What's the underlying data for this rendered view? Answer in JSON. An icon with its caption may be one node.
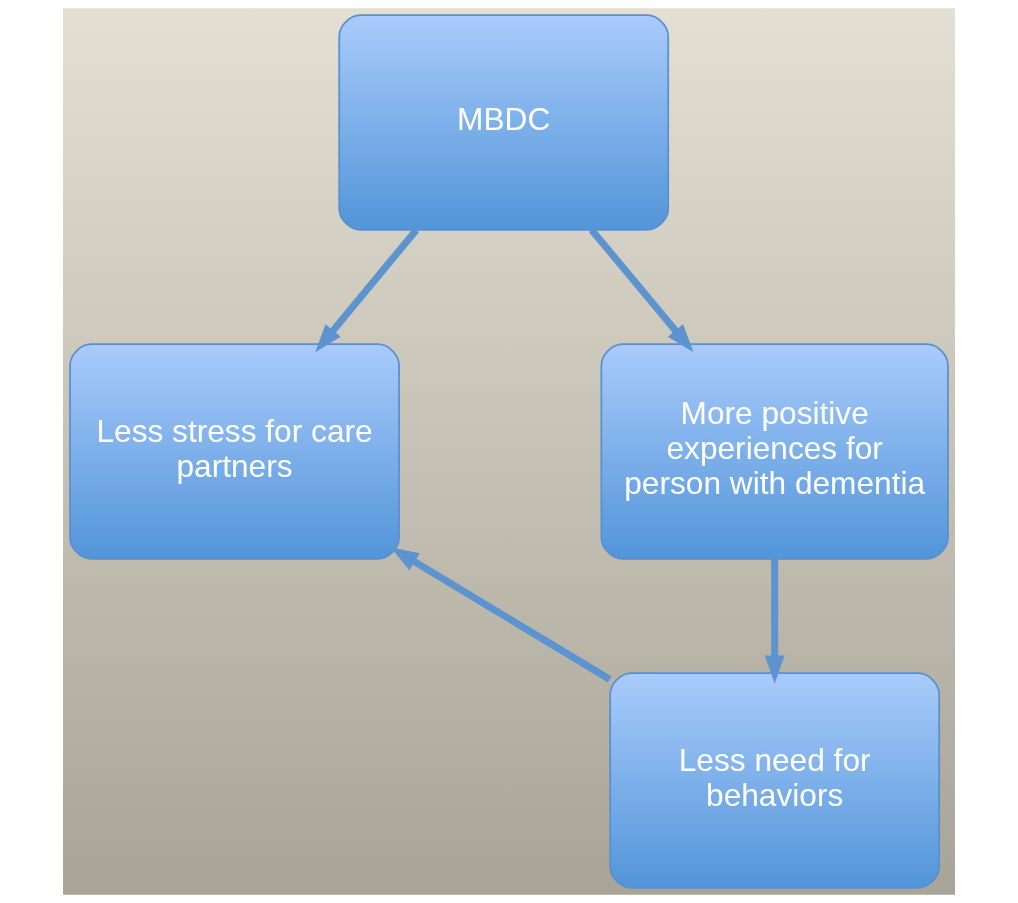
{
  "diagram": {
    "nodes": [
      {
        "text": [
          "MBDC"
        ]
      },
      {
        "text": [
          "More positive experiences for person with dementia"
        ]
      },
      {
        "text": [
          "Less need for behaviors"
        ]
      },
      {
        "text": [
          "Less stress for care partners"
        ]
      }
    ],
    "edges": [
      {
        "from": 0,
        "to": 1,
        "arrow": "to"
      },
      {
        "from": 1,
        "to": 2,
        "arrow": "to"
      },
      {
        "from": 2,
        "to": 3,
        "arrow": "to"
      },
      {
        "from": 0,
        "to": 3,
        "arrow": "to"
      }
    ]
  }
}
